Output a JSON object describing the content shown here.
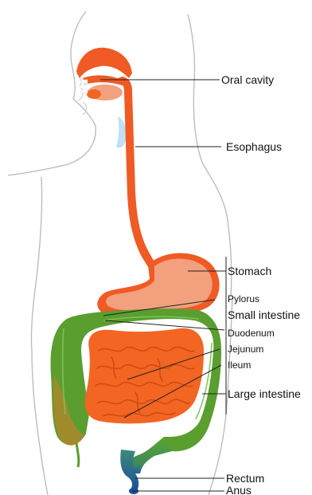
{
  "labels": {
    "oral_cavity": "Oral cavity",
    "esophagus": "Esophagus",
    "stomach": "Stomach",
    "pylorus": "Pylorus",
    "small_intestine": "Small intestine",
    "duodenum": "Duodenum",
    "jejunum": "Jejunum",
    "ileum": "Ileum",
    "large_intestine": "Large intestine",
    "rectum": "Rectum",
    "anus": "Anus"
  },
  "colors": {
    "digestive_tract": "#f05a24",
    "stomach_fill": "#f2a07e",
    "small_intestine": "#f26522",
    "large_intestine": "#5a9e2f",
    "rectum": "#1f5fa8",
    "body_outline": "#b8b8b8",
    "leader_line": "#222222"
  }
}
